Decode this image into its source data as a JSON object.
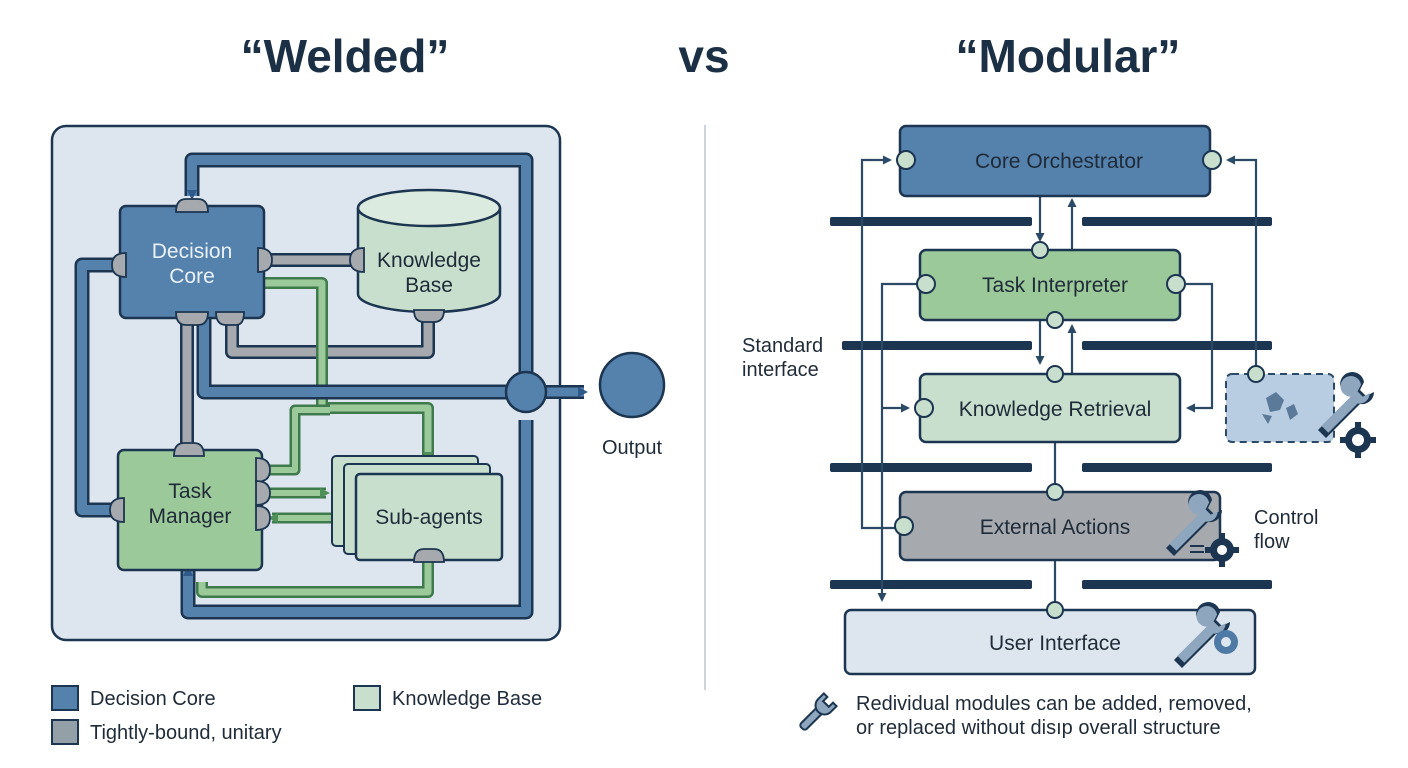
{
  "titles": {
    "left": "“Welded”",
    "vs": "vs",
    "right": "“Modular”"
  },
  "welded": {
    "decision_core": [
      "Decision",
      "Core"
    ],
    "knowledge_base": [
      "Knowledge",
      "Base"
    ],
    "task_manager": [
      "Task",
      "Manager"
    ],
    "sub_agents": "Sub-agents",
    "output": "Output"
  },
  "legend": {
    "decision_core": "Decision Core",
    "knowledge_base": "Knowledge Base",
    "tightly_bound": "Tightly-bound, unitary"
  },
  "modular": {
    "core_orchestrator": "Core Orchestrator",
    "task_interpreter": "Task Interpreter",
    "knowledge_retrieval": "Knowledge Retrieval",
    "external_actions": "External Actions",
    "user_interface": "User Interface",
    "standard_interface": [
      "Standard",
      "interface"
    ],
    "control_flow": [
      "Control",
      "flow"
    ],
    "note": [
      "Redividual modules can be added, removed,",
      "or replaced without disıp overall structure"
    ]
  },
  "colors": {
    "dark_blue": "#5581ad",
    "light_green": "#9cc99a",
    "pale_green": "#c9dfcd",
    "gray": "#a6aaae",
    "pale_blue": "#dde6ef",
    "outline": "#1c3550",
    "title": "#1b2f45"
  }
}
